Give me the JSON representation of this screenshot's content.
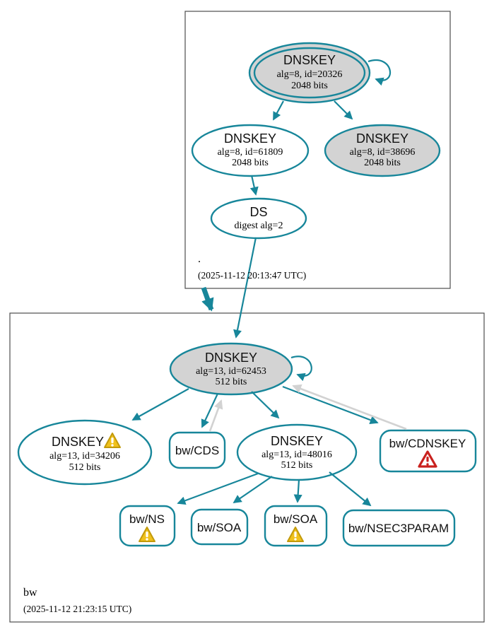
{
  "diagram_type": "dnssec-authentication-chain-graph",
  "colors": {
    "edge_teal": "#17869a",
    "node_fill_gray": "#d3d3d3",
    "edge_gray": "#d2d2d2",
    "warning_yellow": "#f0c11c",
    "warning_border": "#c29a0b",
    "error_red": "#c9211e",
    "cluster_border": "#4d4d4d",
    "background": "#ffffff"
  },
  "root_zone": {
    "label": ".",
    "timestamp": "(2025-11-12 20:13:47 UTC)",
    "ksk": {
      "title": "DNSKEY",
      "detail1": "alg=8, id=20326",
      "detail2": "2048 bits",
      "style": "double-ellipse gray self-signed"
    },
    "zsk": {
      "title": "DNSKEY",
      "detail1": "alg=8, id=61809",
      "detail2": "2048 bits",
      "style": "white ellipse"
    },
    "key38696": {
      "title": "DNSKEY",
      "detail1": "alg=8, id=38696",
      "detail2": "2048 bits",
      "style": "gray ellipse"
    },
    "ds": {
      "title": "DS",
      "detail1": "digest alg=2",
      "style": "white ellipse"
    }
  },
  "bw_zone": {
    "label": "bw",
    "timestamp": "(2025-11-12 21:23:15 UTC)",
    "ksk": {
      "title": "DNSKEY",
      "detail1": "alg=13, id=62453",
      "detail2": "512 bits",
      "style": "gray ellipse self-signed"
    },
    "key34206": {
      "title": "DNSKEY",
      "detail1": "alg=13, id=34206",
      "detail2": "512 bits",
      "status": "warning"
    },
    "zsk": {
      "title": "DNSKEY",
      "detail1": "alg=13, id=48016",
      "detail2": "512 bits",
      "style": "white ellipse"
    },
    "cds": {
      "label": "bw/CDS"
    },
    "cdnskey": {
      "label": "bw/CDNSKEY",
      "status": "error"
    },
    "ns": {
      "label": "bw/NS",
      "status": "warning"
    },
    "soa1": {
      "label": "bw/SOA"
    },
    "soa2": {
      "label": "bw/SOA",
      "status": "warning"
    },
    "nsec3param": {
      "label": "bw/NSEC3PARAM"
    }
  }
}
